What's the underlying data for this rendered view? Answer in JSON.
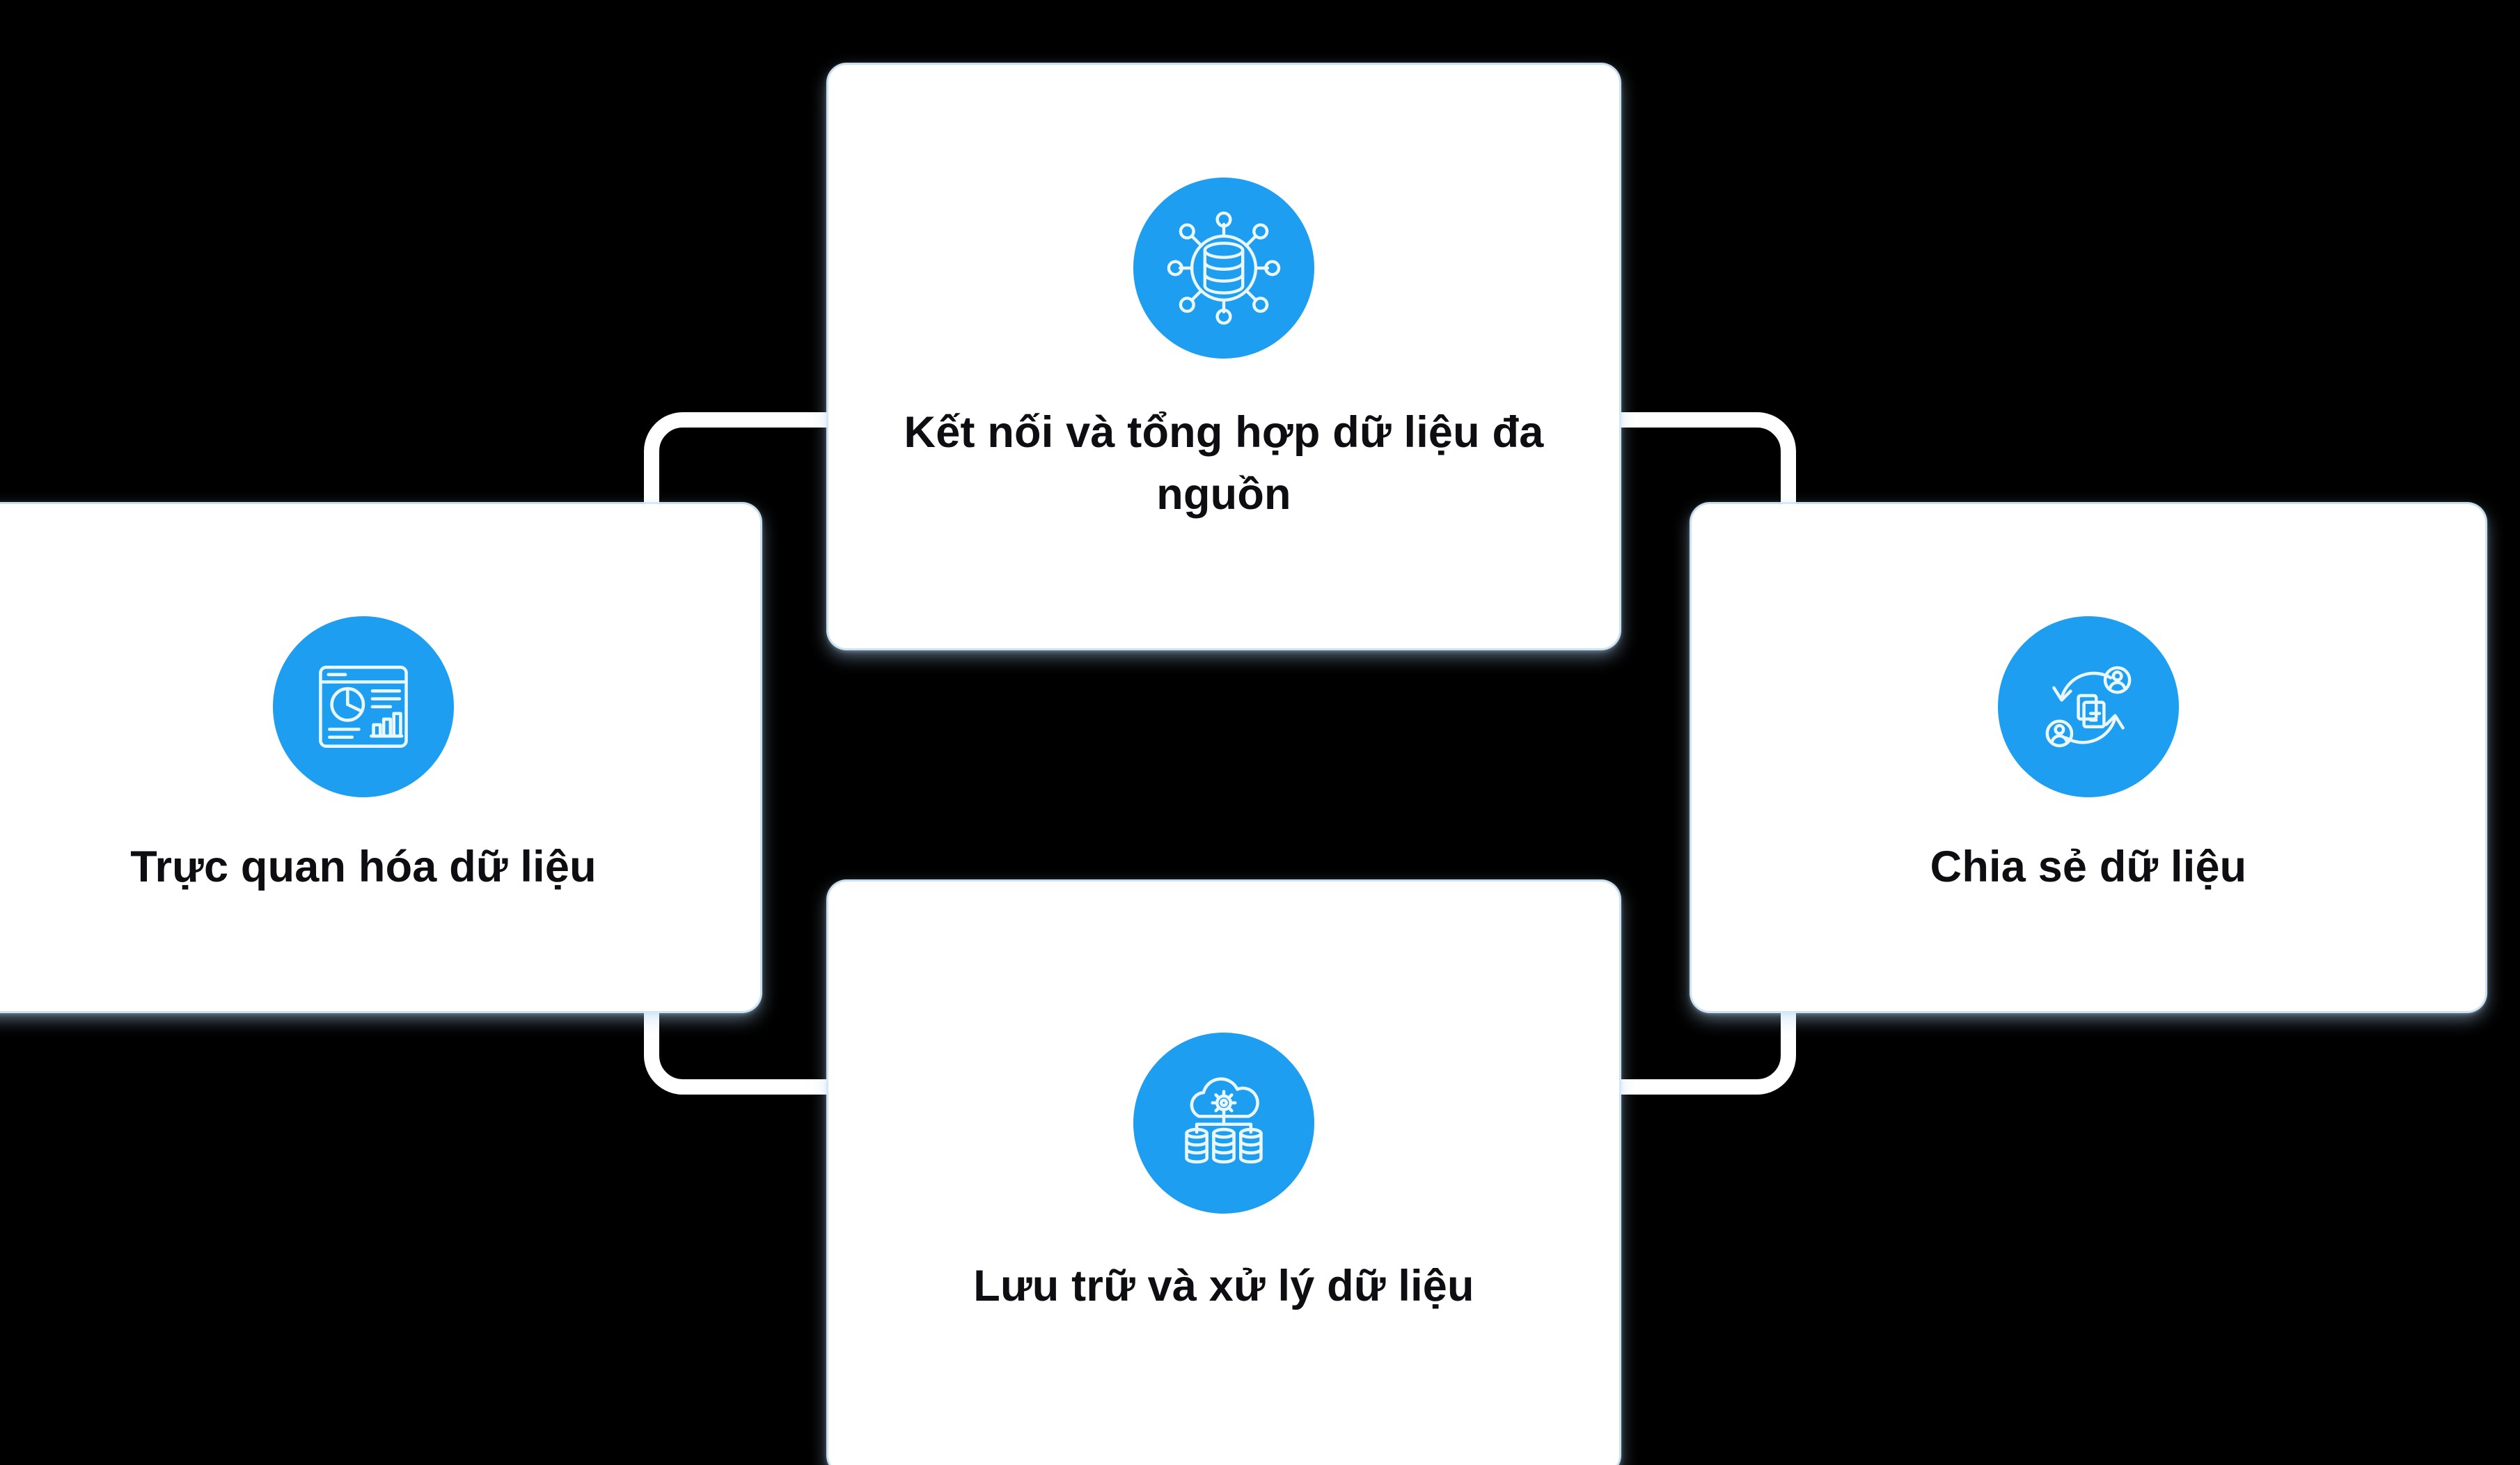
{
  "diagram": {
    "type": "four-card-cycle",
    "background_color": "#000000",
    "accent_color": "#1E9EF0",
    "card_background": "#ffffff",
    "title_color": "#0d0d12",
    "connector_color": "#ffffff",
    "connector_shape": "rounded-rectangle-outline",
    "cards": [
      {
        "position": "top",
        "icon": "database-network-icon",
        "title": "Kết nối và tổng hợp dữ liệu đa nguồn"
      },
      {
        "position": "left",
        "icon": "dashboard-chart-icon",
        "title": "Trực quan hóa dữ liệu"
      },
      {
        "position": "right",
        "icon": "data-sharing-users-icon",
        "title": "Chia sẻ dữ liệu"
      },
      {
        "position": "bottom",
        "icon": "cloud-storage-processing-icon",
        "title": "Lưu trữ và xử lý dữ liệu"
      }
    ]
  }
}
